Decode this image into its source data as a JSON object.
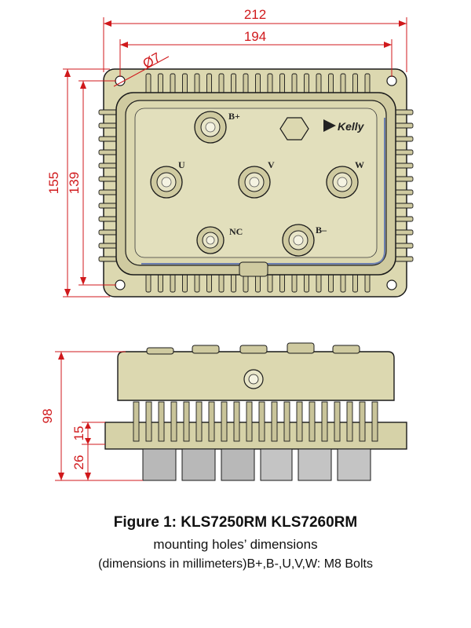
{
  "figure": {
    "title": "Figure 1: KLS7250RM KLS7260RM",
    "subtitle": "mounting holes’ dimensions",
    "note": "(dimensions in millimeters)B+,B-,U,V,W: M8 Bolts"
  },
  "top_view": {
    "dimensions": {
      "overall_width": "212",
      "hole_spacing_width": "194",
      "hole_diameter": "Ø7",
      "overall_height": "155",
      "hole_spacing_height": "139"
    },
    "terminals": {
      "b_plus": "B+",
      "u": "U",
      "v": "V",
      "w": "W",
      "nc": "NC",
      "b_minus": "B–"
    },
    "logo": "Kelly"
  },
  "side_view": {
    "dimensions": {
      "total_height": "98",
      "fin_height": "15",
      "connector_height": "26"
    }
  },
  "colors": {
    "body": "#dcd8b0",
    "body_dark": "#b9b48c",
    "connector": "#b8b8b8",
    "dimension": "#d0191c",
    "outline": "#1a1a1a"
  }
}
